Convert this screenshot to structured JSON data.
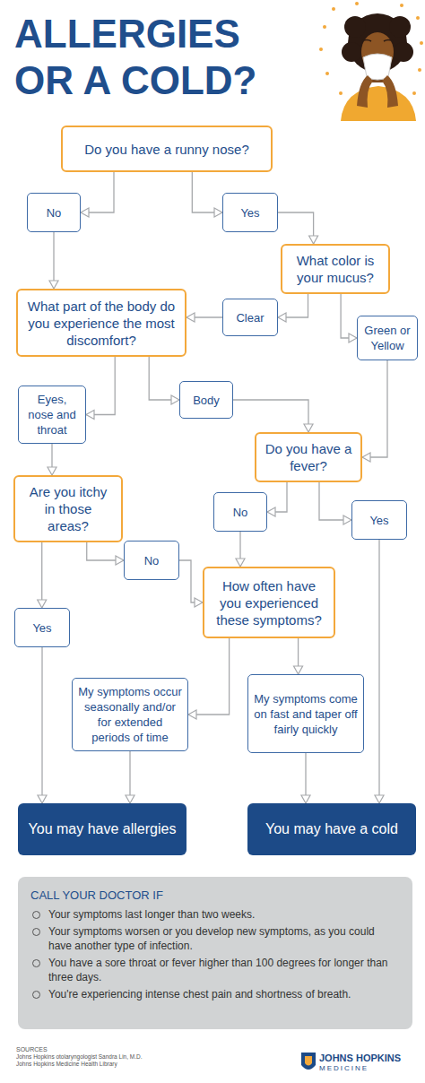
{
  "diagram": {
    "title": "ALLERGIES OR A COLD?",
    "nodes": [
      {
        "text": [
          "Do you have a runny nose?"
        ]
      },
      {
        "text": [
          "No"
        ]
      },
      {
        "text": [
          "Yes"
        ]
      },
      {
        "text": [
          "What color is your mucus?"
        ]
      },
      {
        "text": [
          "What part of the body do you experience the most discomfort?"
        ]
      },
      {
        "text": [
          "Clear"
        ]
      },
      {
        "text": [
          "Green or Yellow"
        ]
      },
      {
        "text": [
          "Eyes, nose and throat"
        ]
      },
      {
        "text": [
          "Body"
        ]
      },
      {
        "text": [
          "Do you have a fever?"
        ]
      },
      {
        "text": [
          "Are you itchy in those areas?"
        ]
      },
      {
        "text": [
          "No"
        ]
      },
      {
        "text": [
          "Yes"
        ]
      },
      {
        "text": [
          "No"
        ]
      },
      {
        "text": [
          "How often have you experienced these symptoms?"
        ]
      },
      {
        "text": [
          "Yes"
        ]
      },
      {
        "text": [
          "My symptoms occur seasonally and/or for extended periods of time"
        ]
      },
      {
        "text": [
          "My symptoms come on fast and taper off fairly quickly"
        ]
      },
      {
        "text": [
          "You may have allergies"
        ]
      },
      {
        "text": [
          "You may have a cold"
        ]
      },
      {
        "text": [
          "CALL YOUR DOCTOR IF",
          "Your symptoms last longer than two weeks.",
          "Your symptoms worsen or you develop new symptoms, as you could have another type of infection.",
          "You have a sore throat or fever higher than 100 degrees for longer than three days.",
          "You're experiencing intense chest pain and shortness of breath."
        ]
      }
    ],
    "edges": [
      {
        "from": 0,
        "to": 1,
        "arrow": "to"
      },
      {
        "from": 0,
        "to": 2,
        "arrow": "to"
      },
      {
        "from": 2,
        "to": 3,
        "arrow": "to"
      },
      {
        "from": 3,
        "to": 5,
        "arrow": "to"
      },
      {
        "from": 3,
        "to": 6,
        "arrow": "to"
      },
      {
        "from": 5,
        "to": 4,
        "arrow": "to"
      },
      {
        "from": 1,
        "to": 4,
        "arrow": "to"
      },
      {
        "from": 4,
        "to": 7,
        "arrow": "to"
      },
      {
        "from": 4,
        "to": 8,
        "arrow": "to"
      },
      {
        "from": 8,
        "to": 9,
        "arrow": "to"
      },
      {
        "from": 6,
        "to": 9,
        "arrow": "to"
      },
      {
        "from": 7,
        "to": 10,
        "arrow": "to"
      },
      {
        "from": 9,
        "to": 11,
        "arrow": "to"
      },
      {
        "from": 9,
        "to": 12,
        "arrow": "to"
      },
      {
        "from": 10,
        "to": 15,
        "arrow": "to"
      },
      {
        "from": 10,
        "to": 13,
        "arrow": "to"
      },
      {
        "from": 11,
        "to": 14,
        "arrow": "to"
      },
      {
        "from": 13,
        "to": 14,
        "arrow": "to"
      },
      {
        "from": 14,
        "to": 16,
        "arrow": "to"
      },
      {
        "from": 14,
        "to": 17,
        "arrow": "to"
      },
      {
        "from": 15,
        "to": 18,
        "arrow": "to"
      },
      {
        "from": 16,
        "to": 18,
        "arrow": "to"
      },
      {
        "from": 17,
        "to": 19,
        "arrow": "to"
      },
      {
        "from": 12,
        "to": 19,
        "arrow": "to"
      }
    ],
    "labels": [
      "SOURCES",
      "Johns Hopkins otolaryngologist Sandra Lin, M.D.",
      "Johns Hopkins Medicine Health Library",
      "JOHNS HOPKINS",
      "MEDICINE"
    ]
  }
}
